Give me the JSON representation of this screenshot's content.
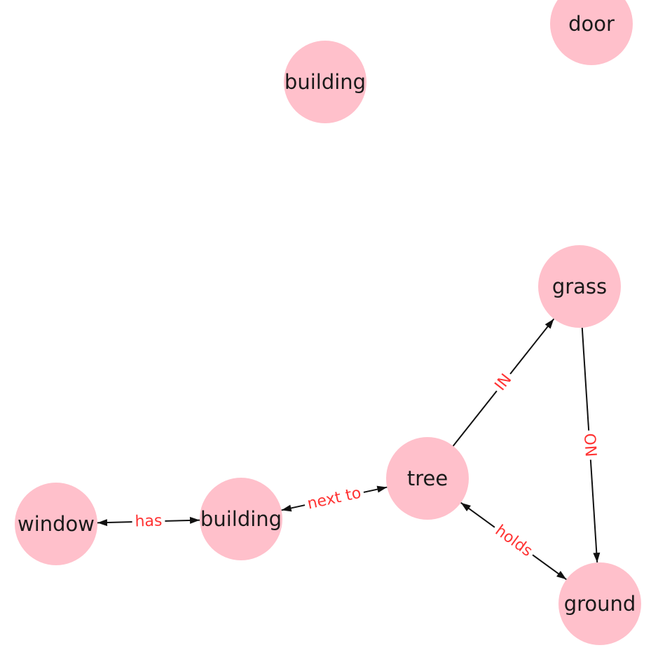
{
  "colors": {
    "node_fill": "#ffc0cb",
    "node_text": "#1a1a1a",
    "edge": "#111111",
    "edge_label": "#ff3333"
  },
  "nodes": [
    {
      "id": "door",
      "label": "door"
    },
    {
      "id": "building_top",
      "label": "building"
    },
    {
      "id": "grass",
      "label": "grass"
    },
    {
      "id": "tree",
      "label": "tree"
    },
    {
      "id": "building_bottom",
      "label": "building"
    },
    {
      "id": "window",
      "label": "window"
    },
    {
      "id": "ground",
      "label": "ground"
    }
  ],
  "edges": [
    {
      "id": "window_building",
      "source": "building_bottom",
      "target": "window",
      "label": "has",
      "direction": "both"
    },
    {
      "id": "building_tree",
      "source": "building_bottom",
      "target": "tree",
      "label": "next to",
      "direction": "both"
    },
    {
      "id": "tree_grass",
      "source": "tree",
      "target": "grass",
      "label": "IN",
      "direction": "forward"
    },
    {
      "id": "grass_ground",
      "source": "grass",
      "target": "ground",
      "label": "ON",
      "direction": "forward"
    },
    {
      "id": "tree_ground",
      "source": "tree",
      "target": "ground",
      "label": "holds",
      "direction": "both"
    }
  ]
}
